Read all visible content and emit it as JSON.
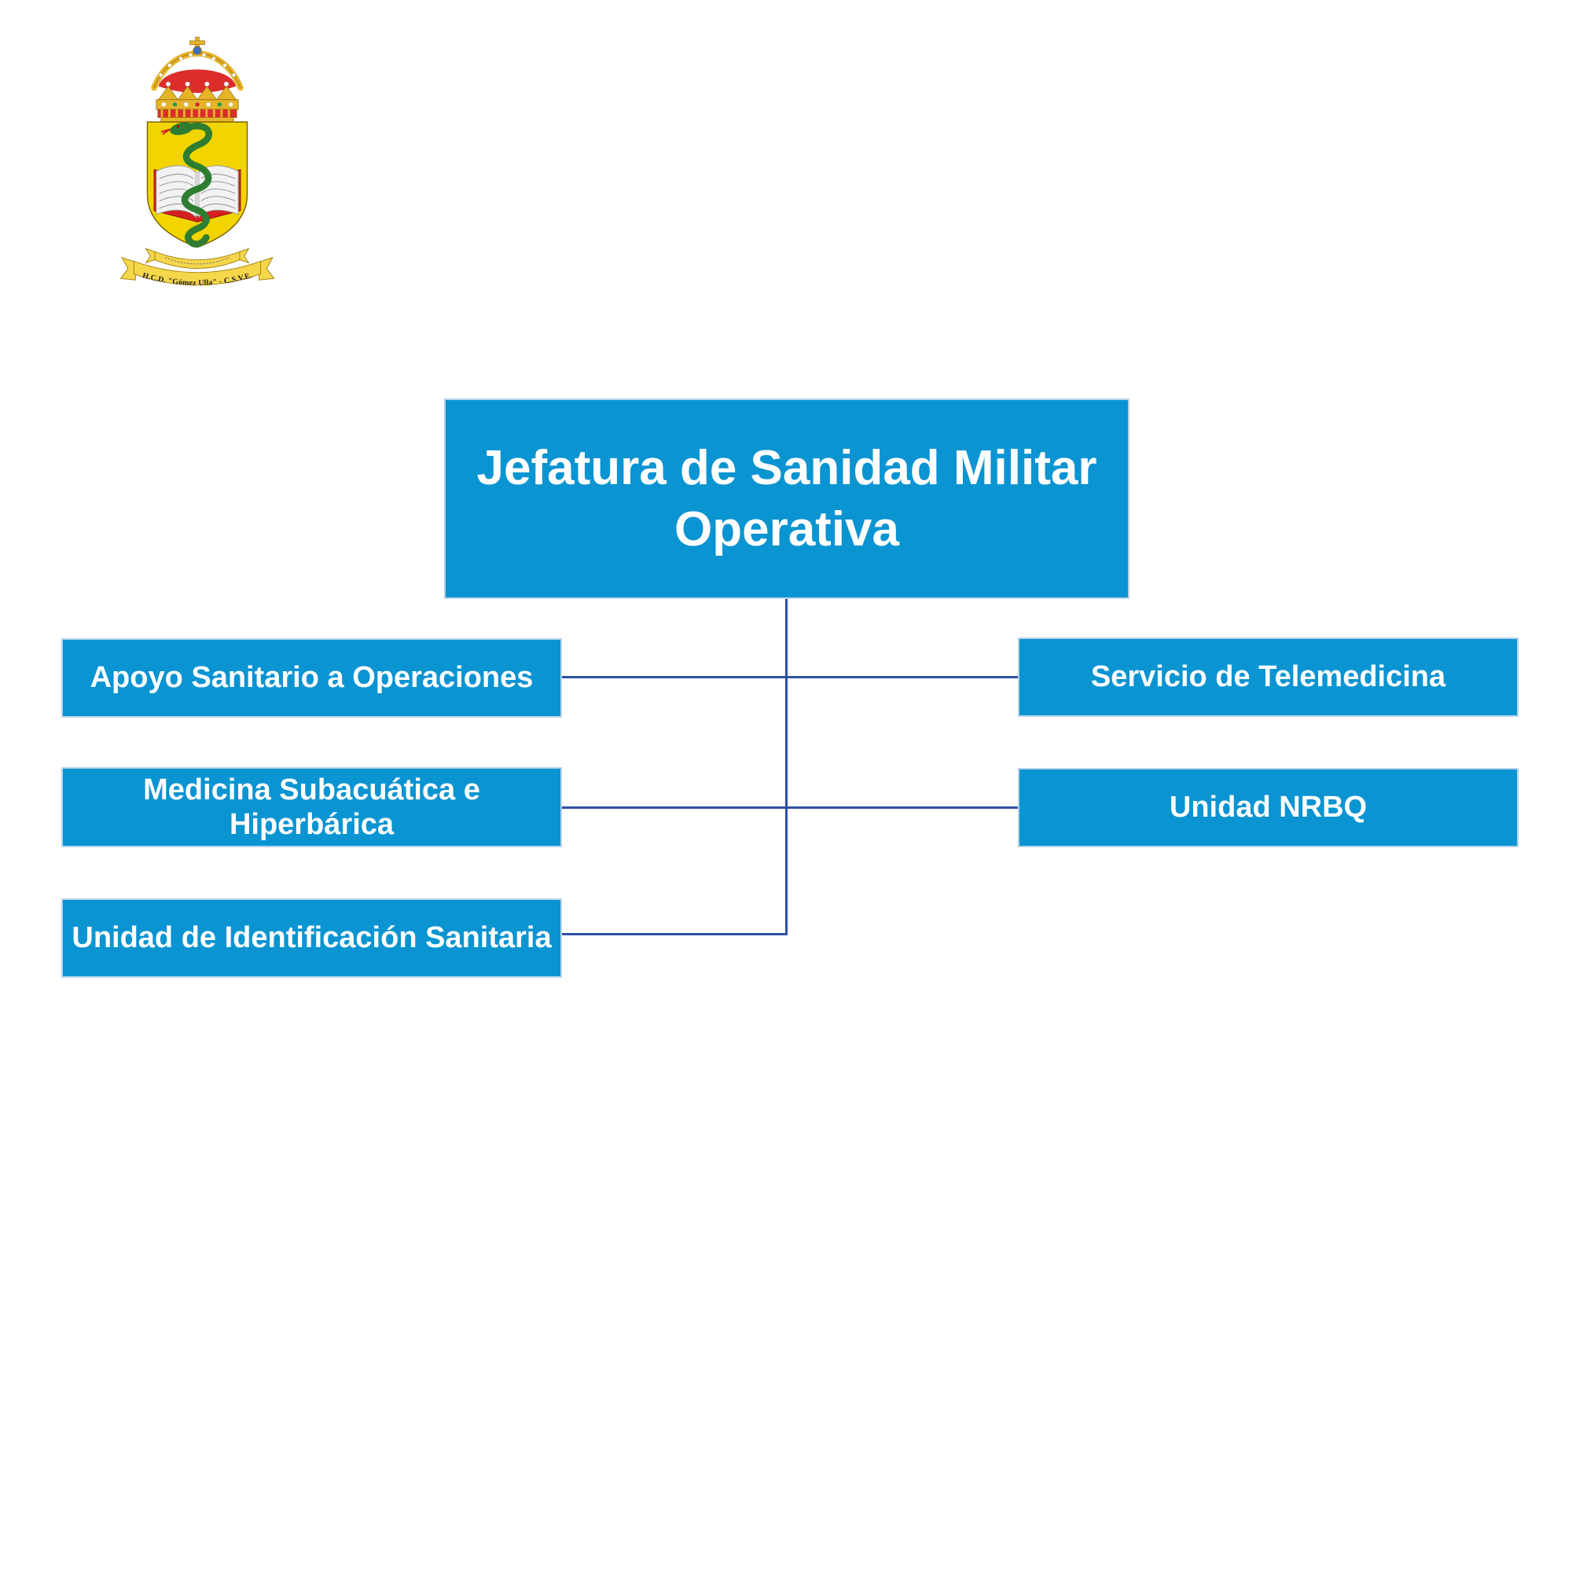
{
  "diagram": {
    "title": "Jefatura de Sanidad Militar Operativa",
    "children_left": [
      "Apoyo Sanitario a Operaciones",
      "Medicina Subacuática e Hiperbárica",
      "Unidad de Identificación Sanitaria"
    ],
    "children_right": [
      "Servicio de Telemedicina",
      "Unidad NRBQ"
    ],
    "colors": {
      "box_fill": "#0a94d2",
      "box_border": "#b7d3ec",
      "box_text": "#ffffff",
      "connector": "#2e4fa4"
    }
  },
  "emblem": {
    "ribbon_text": "H.C.D. \"Gómez Ulla\" - C.S.V.E.",
    "colors": {
      "shield": "#f2d400",
      "crown_red": "#dd2c2c",
      "gold": "#e7b427",
      "gold_dark": "#9a7514",
      "serpent": "#2e7d32",
      "book_red": "#d42020",
      "page": "#f2f2f2",
      "ribbon": "#f6d74b",
      "ribbon_text_color": "#1a1a1a",
      "orb": "#3b6fc4"
    }
  }
}
